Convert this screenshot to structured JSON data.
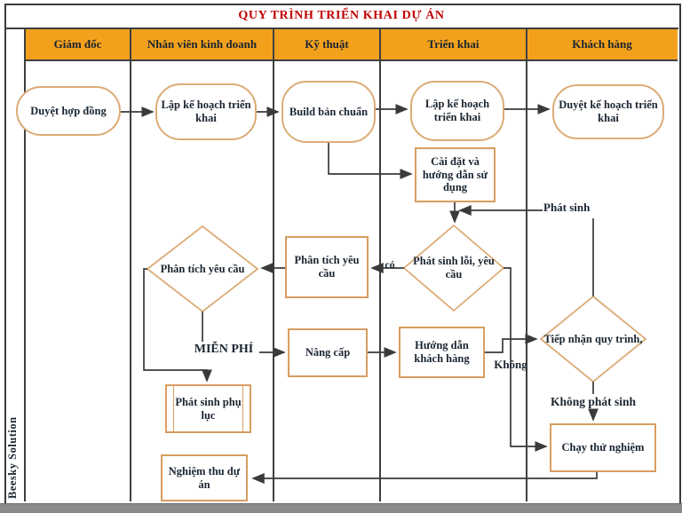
{
  "diagram": {
    "type": "swimlane-flowchart",
    "title": "QUY TRÌNH TRIỂN KHAI DỰ ÁN",
    "branding": "Beesky Solution"
  },
  "lanes": [
    {
      "label": "Giám đốc"
    },
    {
      "label": "Nhân viên kinh doanh"
    },
    {
      "label": "Kỹ thuật"
    },
    {
      "label": "Triển khai"
    },
    {
      "label": "Khách hàng"
    }
  ],
  "nodes": {
    "duyet_hop_dong": {
      "label": "Duyệt hợp đồng",
      "shape": "stadium",
      "lane": "Giám đốc"
    },
    "lap_ke_hoach_nvkd": {
      "label": "Lập kế hoạch triển khai",
      "shape": "stadium",
      "lane": "Nhân viên kinh doanh"
    },
    "build_ban_chuan": {
      "label": "Build bản chuẩn",
      "shape": "stadium",
      "lane": "Kỹ thuật"
    },
    "lap_ke_hoach_tk": {
      "label": "Lập kế hoạch triển khai",
      "shape": "stadium",
      "lane": "Triển khai"
    },
    "duyet_ke_hoach": {
      "label": "Duyệt kế hoạch triển khai",
      "shape": "stadium",
      "lane": "Khách hàng"
    },
    "cai_dat": {
      "label": "Cài đặt và hướng dẫn sử dụng",
      "shape": "rect",
      "lane": "Triển khai"
    },
    "phat_sinh_loi": {
      "label": "Phát sinh lỗi, yêu cầu",
      "shape": "diamond",
      "lane": "Triển khai"
    },
    "phan_tich_kt": {
      "label": "Phân tích yêu cầu",
      "shape": "rect",
      "lane": "Kỹ thuật"
    },
    "phan_tich_nvkd": {
      "label": "Phân tích yêu cầu",
      "shape": "diamond",
      "lane": "Nhân viên kinh doanh"
    },
    "nang_cap": {
      "label": "Nâng cấp",
      "shape": "rect",
      "lane": "Kỹ thuật"
    },
    "huong_dan_kh": {
      "label": "Hướng dẫn khách hàng",
      "shape": "rect",
      "lane": "Triển khai"
    },
    "tiep_nhan_quy_trinh": {
      "label": "Tiếp nhận quy trình,",
      "shape": "diamond",
      "lane": "Khách hàng"
    },
    "phat_sinh_phu_luc": {
      "label": "Phát sinh phụ lục",
      "shape": "predefined-process",
      "lane": "Nhân viên kinh doanh"
    },
    "nghiem_thu": {
      "label": "Nghiệm thu dự án",
      "shape": "rect",
      "lane": "Nhân viên kinh doanh"
    },
    "chay_thu_nghiem": {
      "label": "Chạy thử nghiệm",
      "shape": "rect",
      "lane": "Khách hàng"
    }
  },
  "edge_labels": {
    "phat_sinh": "Phát sinh",
    "co": "có",
    "mien_phi": "MIỄN PHÍ",
    "khong": "Không",
    "khong_phat_sinh": "Không phát sinh"
  },
  "colors": {
    "title_text": "#C00000",
    "lane_header_bg": "#F3A11D",
    "shape_border": "#D99D60",
    "connector": "#3A3A3A",
    "text": "#1A2530",
    "grid": "#3F3F3F",
    "bottom_bar": "#8A8A8A"
  }
}
